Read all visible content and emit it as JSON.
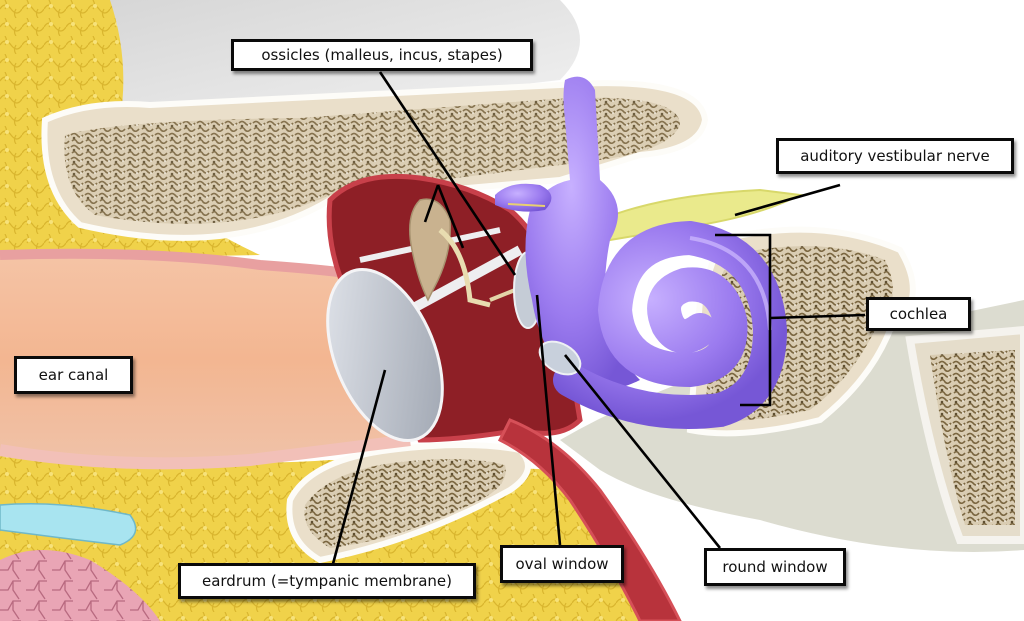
{
  "diagram": {
    "subject": "Human ear cross-section",
    "colors": {
      "fat_yellow": "#f0d24a",
      "bone_beige": "#e9dcc6",
      "spongy_bone": "#8a7650",
      "canal_skin": "#f2b99a",
      "middle_ear_red": "#8e1f26",
      "membrane_gray": "#c8cdd6",
      "inner_ear_purple": "#9b7bef",
      "nerve_yellow": "#eaea8c",
      "ossicle_tan": "#c9b28f",
      "label_border": "#0a0a0a"
    },
    "labels": [
      {
        "id": "ossicles",
        "text": "ossicles (malleus, incus, stapes)"
      },
      {
        "id": "auditory_nerve",
        "text": "auditory vestibular nerve"
      },
      {
        "id": "cochlea",
        "text": "cochlea"
      },
      {
        "id": "ear_canal",
        "text": "ear canal"
      },
      {
        "id": "eardrum",
        "text": "eardrum (=tympanic membrane)"
      },
      {
        "id": "oval_window",
        "text": "oval window"
      },
      {
        "id": "round_window",
        "text": "round window"
      }
    ]
  }
}
